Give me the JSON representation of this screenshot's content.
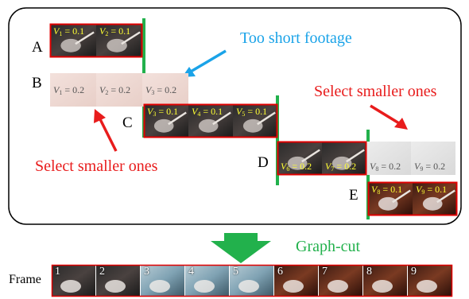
{
  "labels": {
    "A": "A",
    "B": "B",
    "C": "C",
    "D": "D",
    "E": "E"
  },
  "annotations": {
    "too_short": "Too short footage",
    "select_smaller_right": "Select smaller ones",
    "select_smaller_left": "Select smaller ones",
    "graph_cut": "Graph-cut",
    "frame_label": "Frame"
  },
  "colors": {
    "red_border": "#e00000",
    "green_bar": "#22b14c",
    "blue_arrow": "#1aa3e8",
    "red_arrow": "#e81c1c",
    "graph_cut_arrow": "#22b14c",
    "value_text": "#ffff33",
    "faded_value_text": "#555555"
  },
  "clips": {
    "A": [
      {
        "var": "V",
        "sub": "1",
        "val": "0.1"
      },
      {
        "var": "V",
        "sub": "2",
        "val": "0.1"
      }
    ],
    "B": [
      {
        "var": "V",
        "sub": "1",
        "val": "0.2"
      },
      {
        "var": "V",
        "sub": "2",
        "val": "0.2"
      },
      {
        "var": "V",
        "sub": "3",
        "val": "0.2"
      }
    ],
    "C": [
      {
        "var": "V",
        "sub": "3",
        "val": "0.1"
      },
      {
        "var": "V",
        "sub": "4",
        "val": "0.1"
      },
      {
        "var": "V",
        "sub": "5",
        "val": "0.1"
      }
    ],
    "D": [
      {
        "var": "V",
        "sub": "6",
        "val": "0.2"
      },
      {
        "var": "V",
        "sub": "7",
        "val": "0.2"
      },
      {
        "var": "V",
        "sub": "8",
        "val": "0.2"
      },
      {
        "var": "V",
        "sub": "9",
        "val": "0.2"
      }
    ],
    "E": [
      {
        "var": "V",
        "sub": "8",
        "val": "0.1"
      },
      {
        "var": "V",
        "sub": "9",
        "val": "0.1"
      }
    ]
  },
  "frames": [
    "1",
    "2",
    "3",
    "4",
    "5",
    "6",
    "7",
    "8",
    "9"
  ]
}
